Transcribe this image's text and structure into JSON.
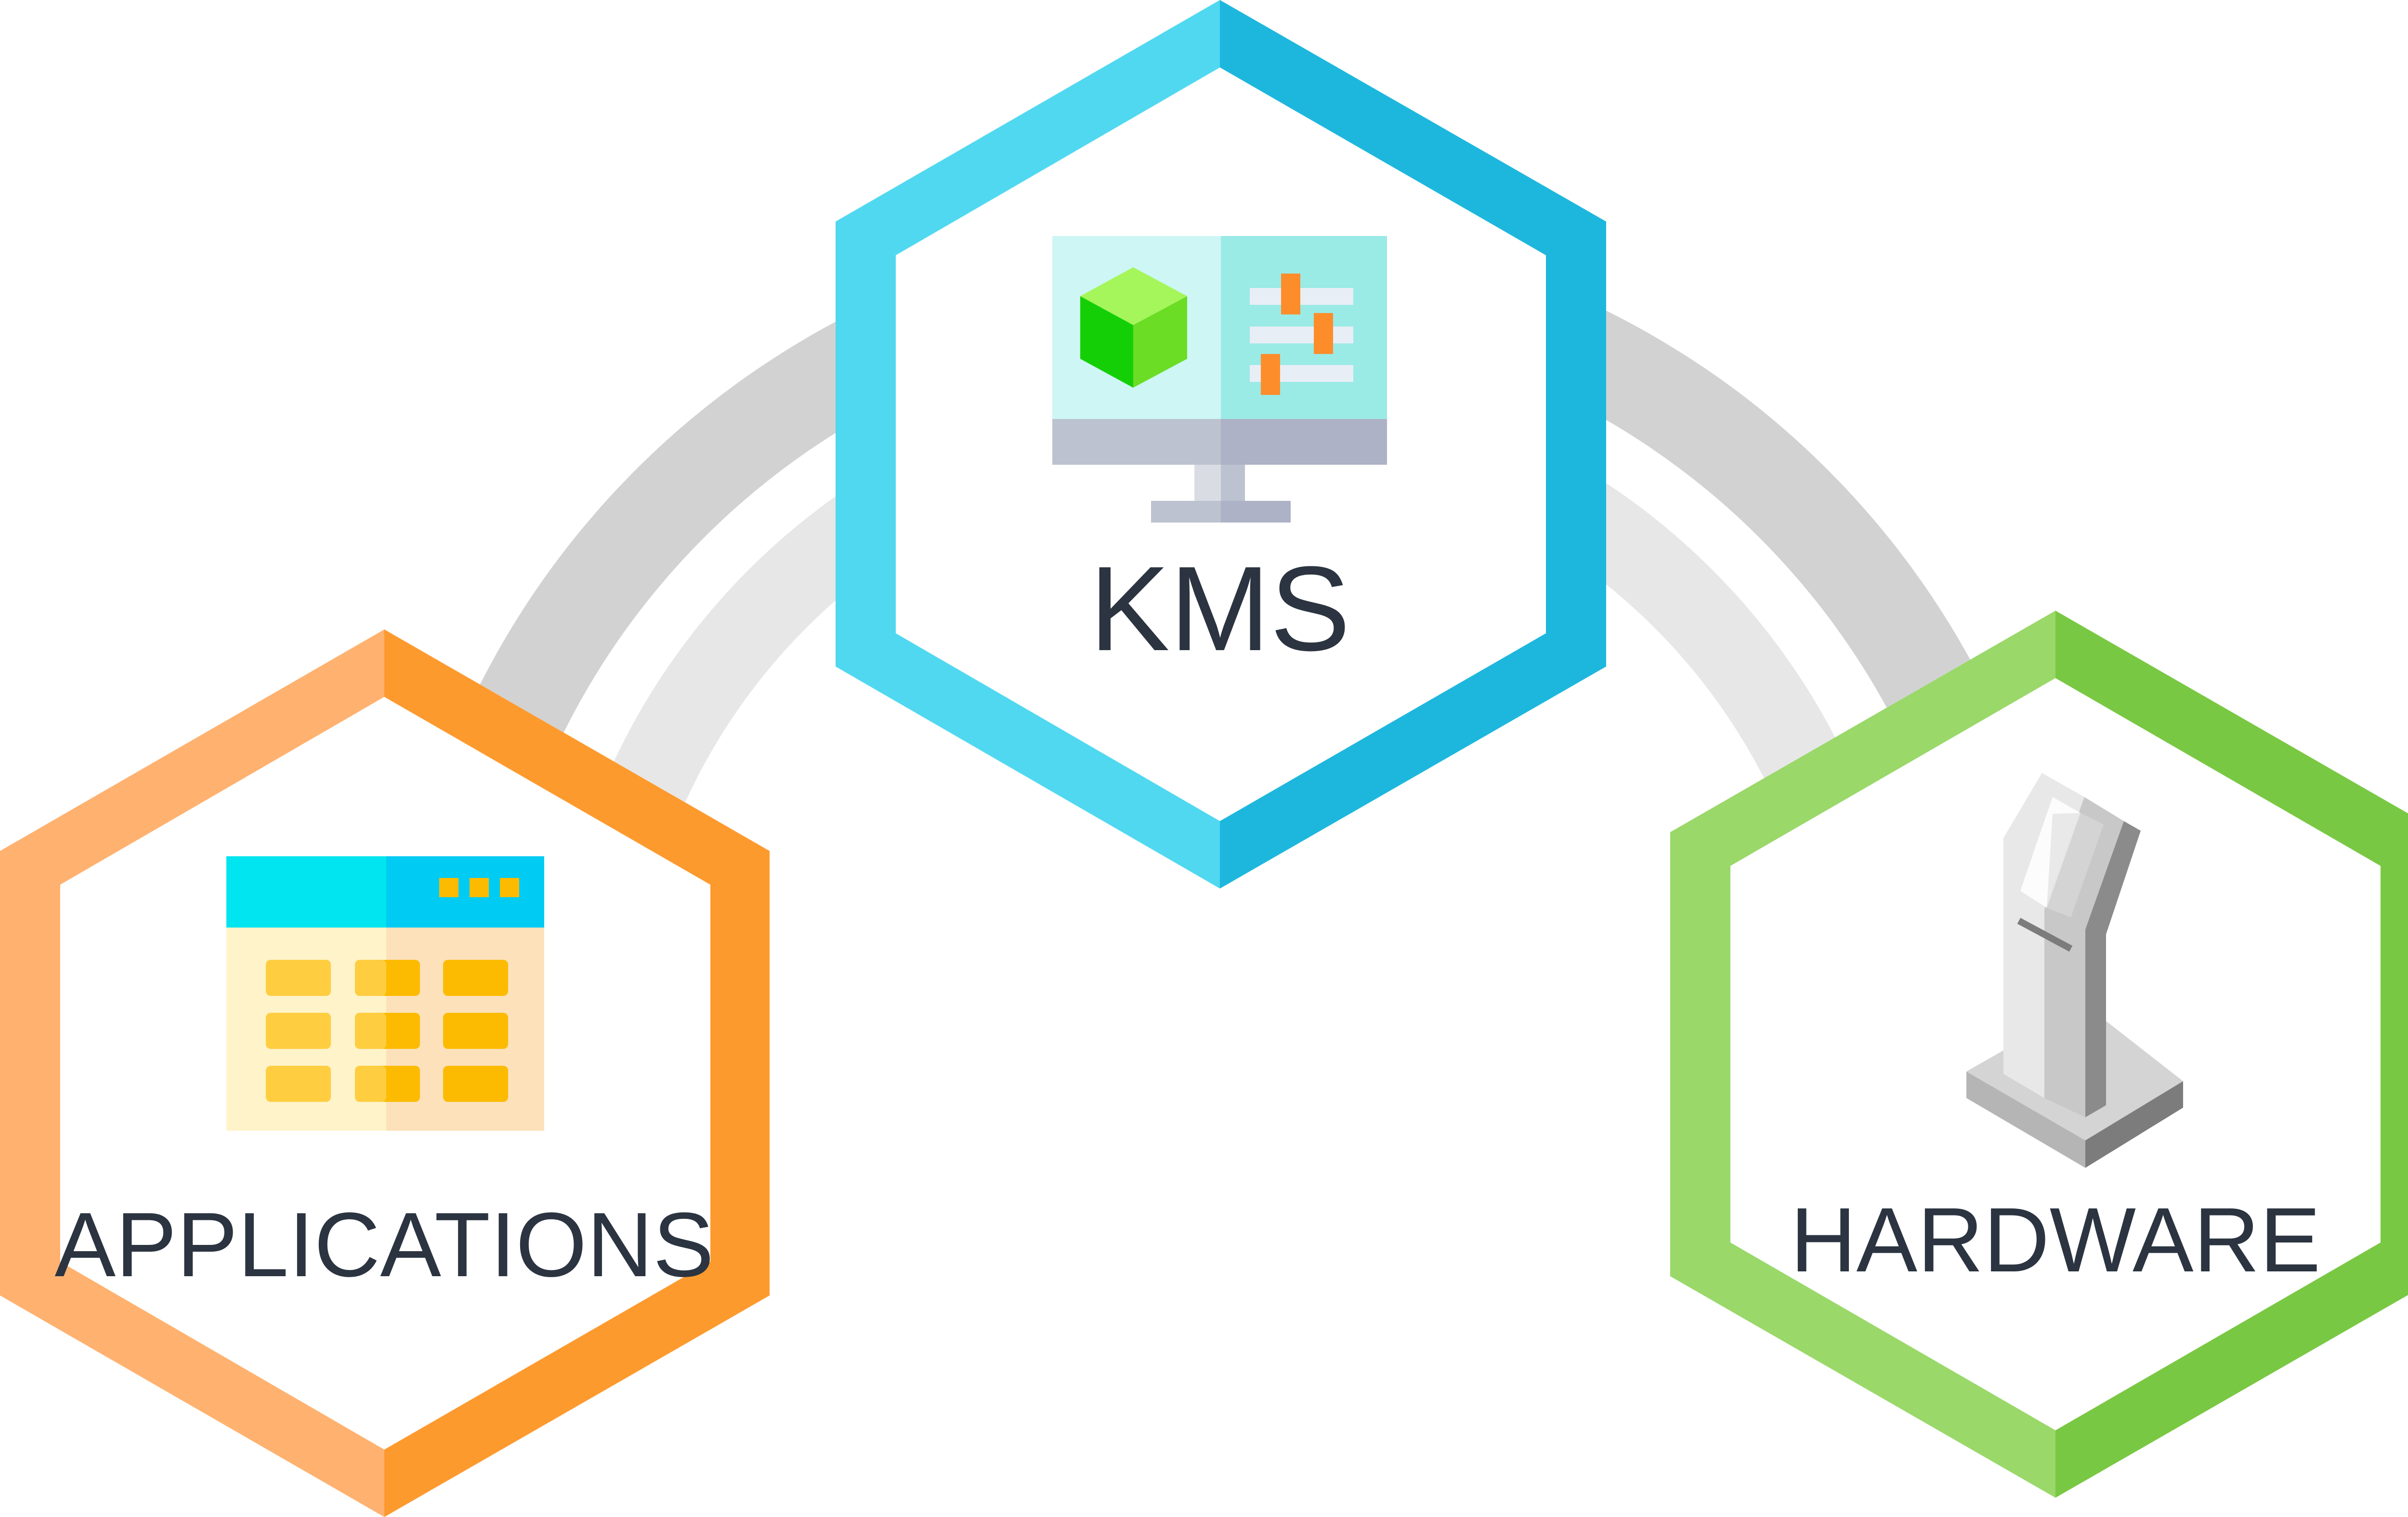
{
  "nodes": {
    "kms": {
      "label": "KMS"
    },
    "applications": {
      "label": "APPLICATIONS"
    },
    "hardware": {
      "label": "HARDWARE"
    }
  },
  "colors": {
    "kms_light": "#50d8f0",
    "kms_dark": "#1db7dd",
    "applications_light": "#ffb270",
    "applications_dark": "#fd9a2e",
    "hardware_light": "#9ad86a",
    "hardware_dark": "#79c843",
    "arc_outer": "#d2d2d2",
    "arc_inner": "#e7e7e7",
    "label_text": "#2b3440"
  },
  "icons": {
    "kms": "monitor-settings-icon",
    "applications": "app-window-grid-icon",
    "hardware": "kiosk-terminal-icon"
  }
}
